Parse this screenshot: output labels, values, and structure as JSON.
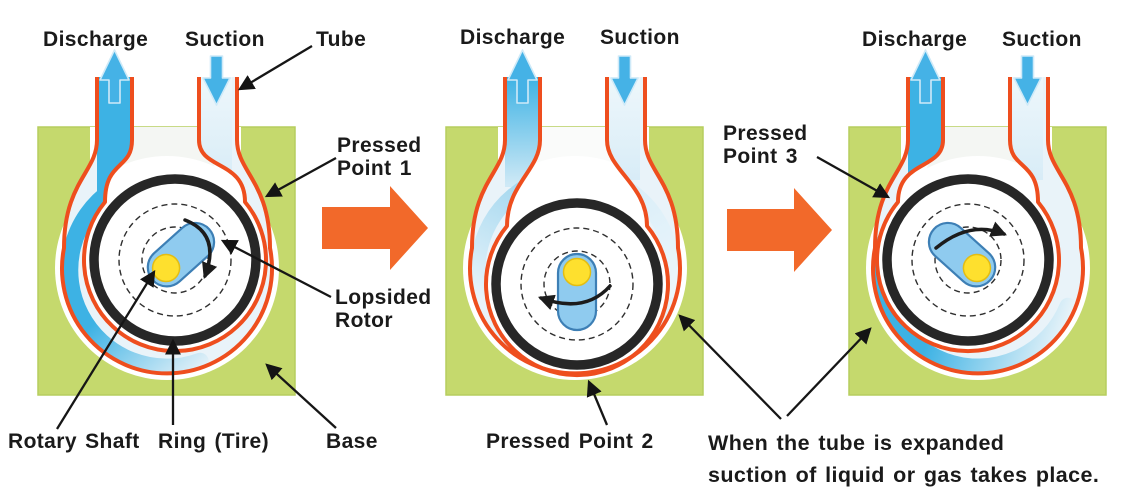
{
  "title": "",
  "colors": {
    "base_green": "#c5d96d",
    "base_green_edge": "#b6cd5e",
    "tube_orange": "#ee4e1e",
    "stage_arrow_orange": "#f2692a",
    "liquid_blue": "#3db2e4",
    "flow_arrow_blue": "#45b2e6",
    "lumen_light": "#e9f3f9",
    "rotor_blue": "#8fcbef",
    "rotor_edge": "#3d7fb5",
    "shaft_yellow": "#fee02e",
    "ring_black": "#272727",
    "text": "#1a1a1a"
  },
  "panels": [
    {
      "discharge_label": "Discharge",
      "suction_label": "Suction"
    },
    {
      "discharge_label": "Discharge",
      "suction_label": "Suction"
    },
    {
      "discharge_label": "Discharge",
      "suction_label": "Suction"
    }
  ],
  "annotations": {
    "tube": "Tube",
    "pressed_point_1": "Pressed Point 1",
    "lopsided_rotor": "Lopsided Rotor",
    "rotary_shaft": "Rotary Shaft",
    "ring_tire": "Ring (Tire)",
    "base": "Base",
    "pressed_point_2": "Pressed Point 2",
    "pressed_point_3": "Pressed Point 3",
    "caption_line1": "When the tube is expanded",
    "caption_line2": "suction of liquid or gas takes place."
  }
}
